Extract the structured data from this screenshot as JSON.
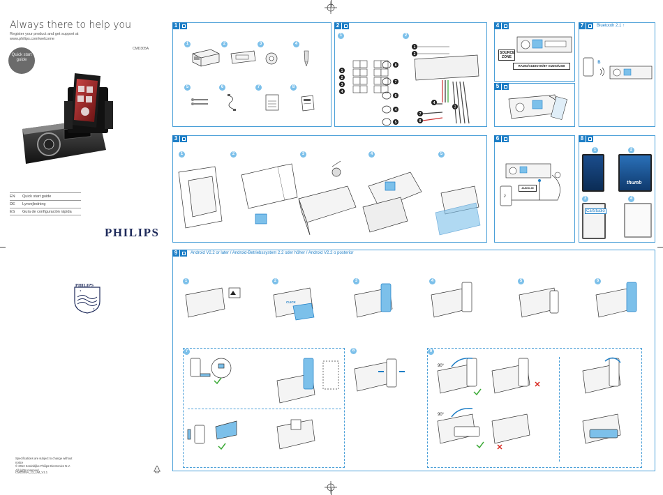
{
  "header": {
    "title": "Always there to help you",
    "subtitle_line1": "Register your product and get support at",
    "subtitle_line2": "www.philips.com/welcome",
    "model": "CMD305A",
    "badge": "Quick start guide"
  },
  "languages": [
    {
      "code": "EN",
      "label": "Quick start guide"
    },
    {
      "code": "DE",
      "label": "Lynvejledning"
    },
    {
      "code": "ES",
      "label": "Guía de configuración rápida"
    }
  ],
  "brand": "PHILIPS",
  "shield_brand": "PHILIPS",
  "legal": {
    "line1": "Specifications are subject to change without notice",
    "line2": "© 2012 Koninklijke Philips Electronics N.V.",
    "line3": "All rights reserved.",
    "code": "CMD305A_12_UM_V1.1"
  },
  "panels": {
    "p1": {
      "num": "1"
    },
    "p2": {
      "num": "2"
    },
    "p3": {
      "num": "3"
    },
    "p4": {
      "num": "4",
      "source_zone_line1": "SOURCE",
      "source_zone_line2": "ZONE",
      "modes": "RADIO/AUDIO-IN/BT AUDIO/USB"
    },
    "p5": {
      "num": "5"
    },
    "p6": {
      "num": "6",
      "audio_in": "AUDIO-IN"
    },
    "p7": {
      "num": "7",
      "title": "Bluetooth 2.1 ↑"
    },
    "p8": {
      "num": "8",
      "app_name": "CarStudio",
      "thumb_text": "thumb"
    },
    "p9": {
      "num": "9",
      "title": "Android V2.2 or later / Android-Betriebssystem 2.2 oder höher / Android V2.2 o posterior",
      "angle": "90°",
      "click": "CLICK"
    }
  },
  "colors": {
    "accent": "#1d7ec6",
    "accent_light": "#7cc0ea",
    "panel_border": "#4a9fd8",
    "ok": "#3aa935",
    "bad": "#d7261e"
  }
}
